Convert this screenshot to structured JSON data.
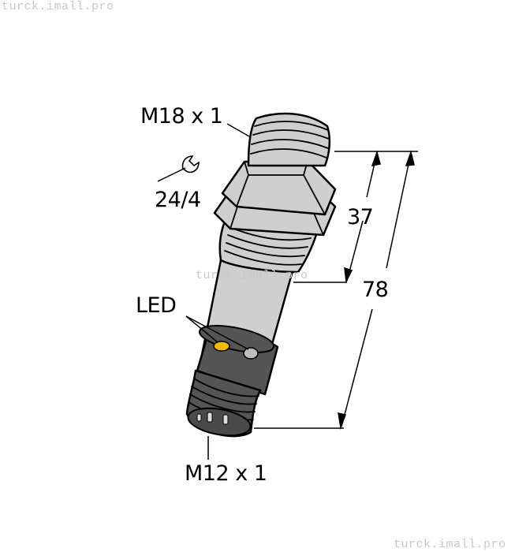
{
  "watermarks": {
    "top_left": "turck.imall.pro",
    "center": "turck.imall.pro",
    "bottom_right": "turck.imall.pro"
  },
  "labels": {
    "thread_top": "M18 x 1",
    "wrench": "24/4",
    "led": "LED",
    "thread_bottom": "M12 x 1",
    "dim_short": "37",
    "dim_long": "78"
  },
  "colors": {
    "body": "#cfcfcf",
    "connector": "#555555",
    "led_yellow": "#f5b800",
    "led_gray": "#bdbdbd",
    "outline": "#000000"
  }
}
